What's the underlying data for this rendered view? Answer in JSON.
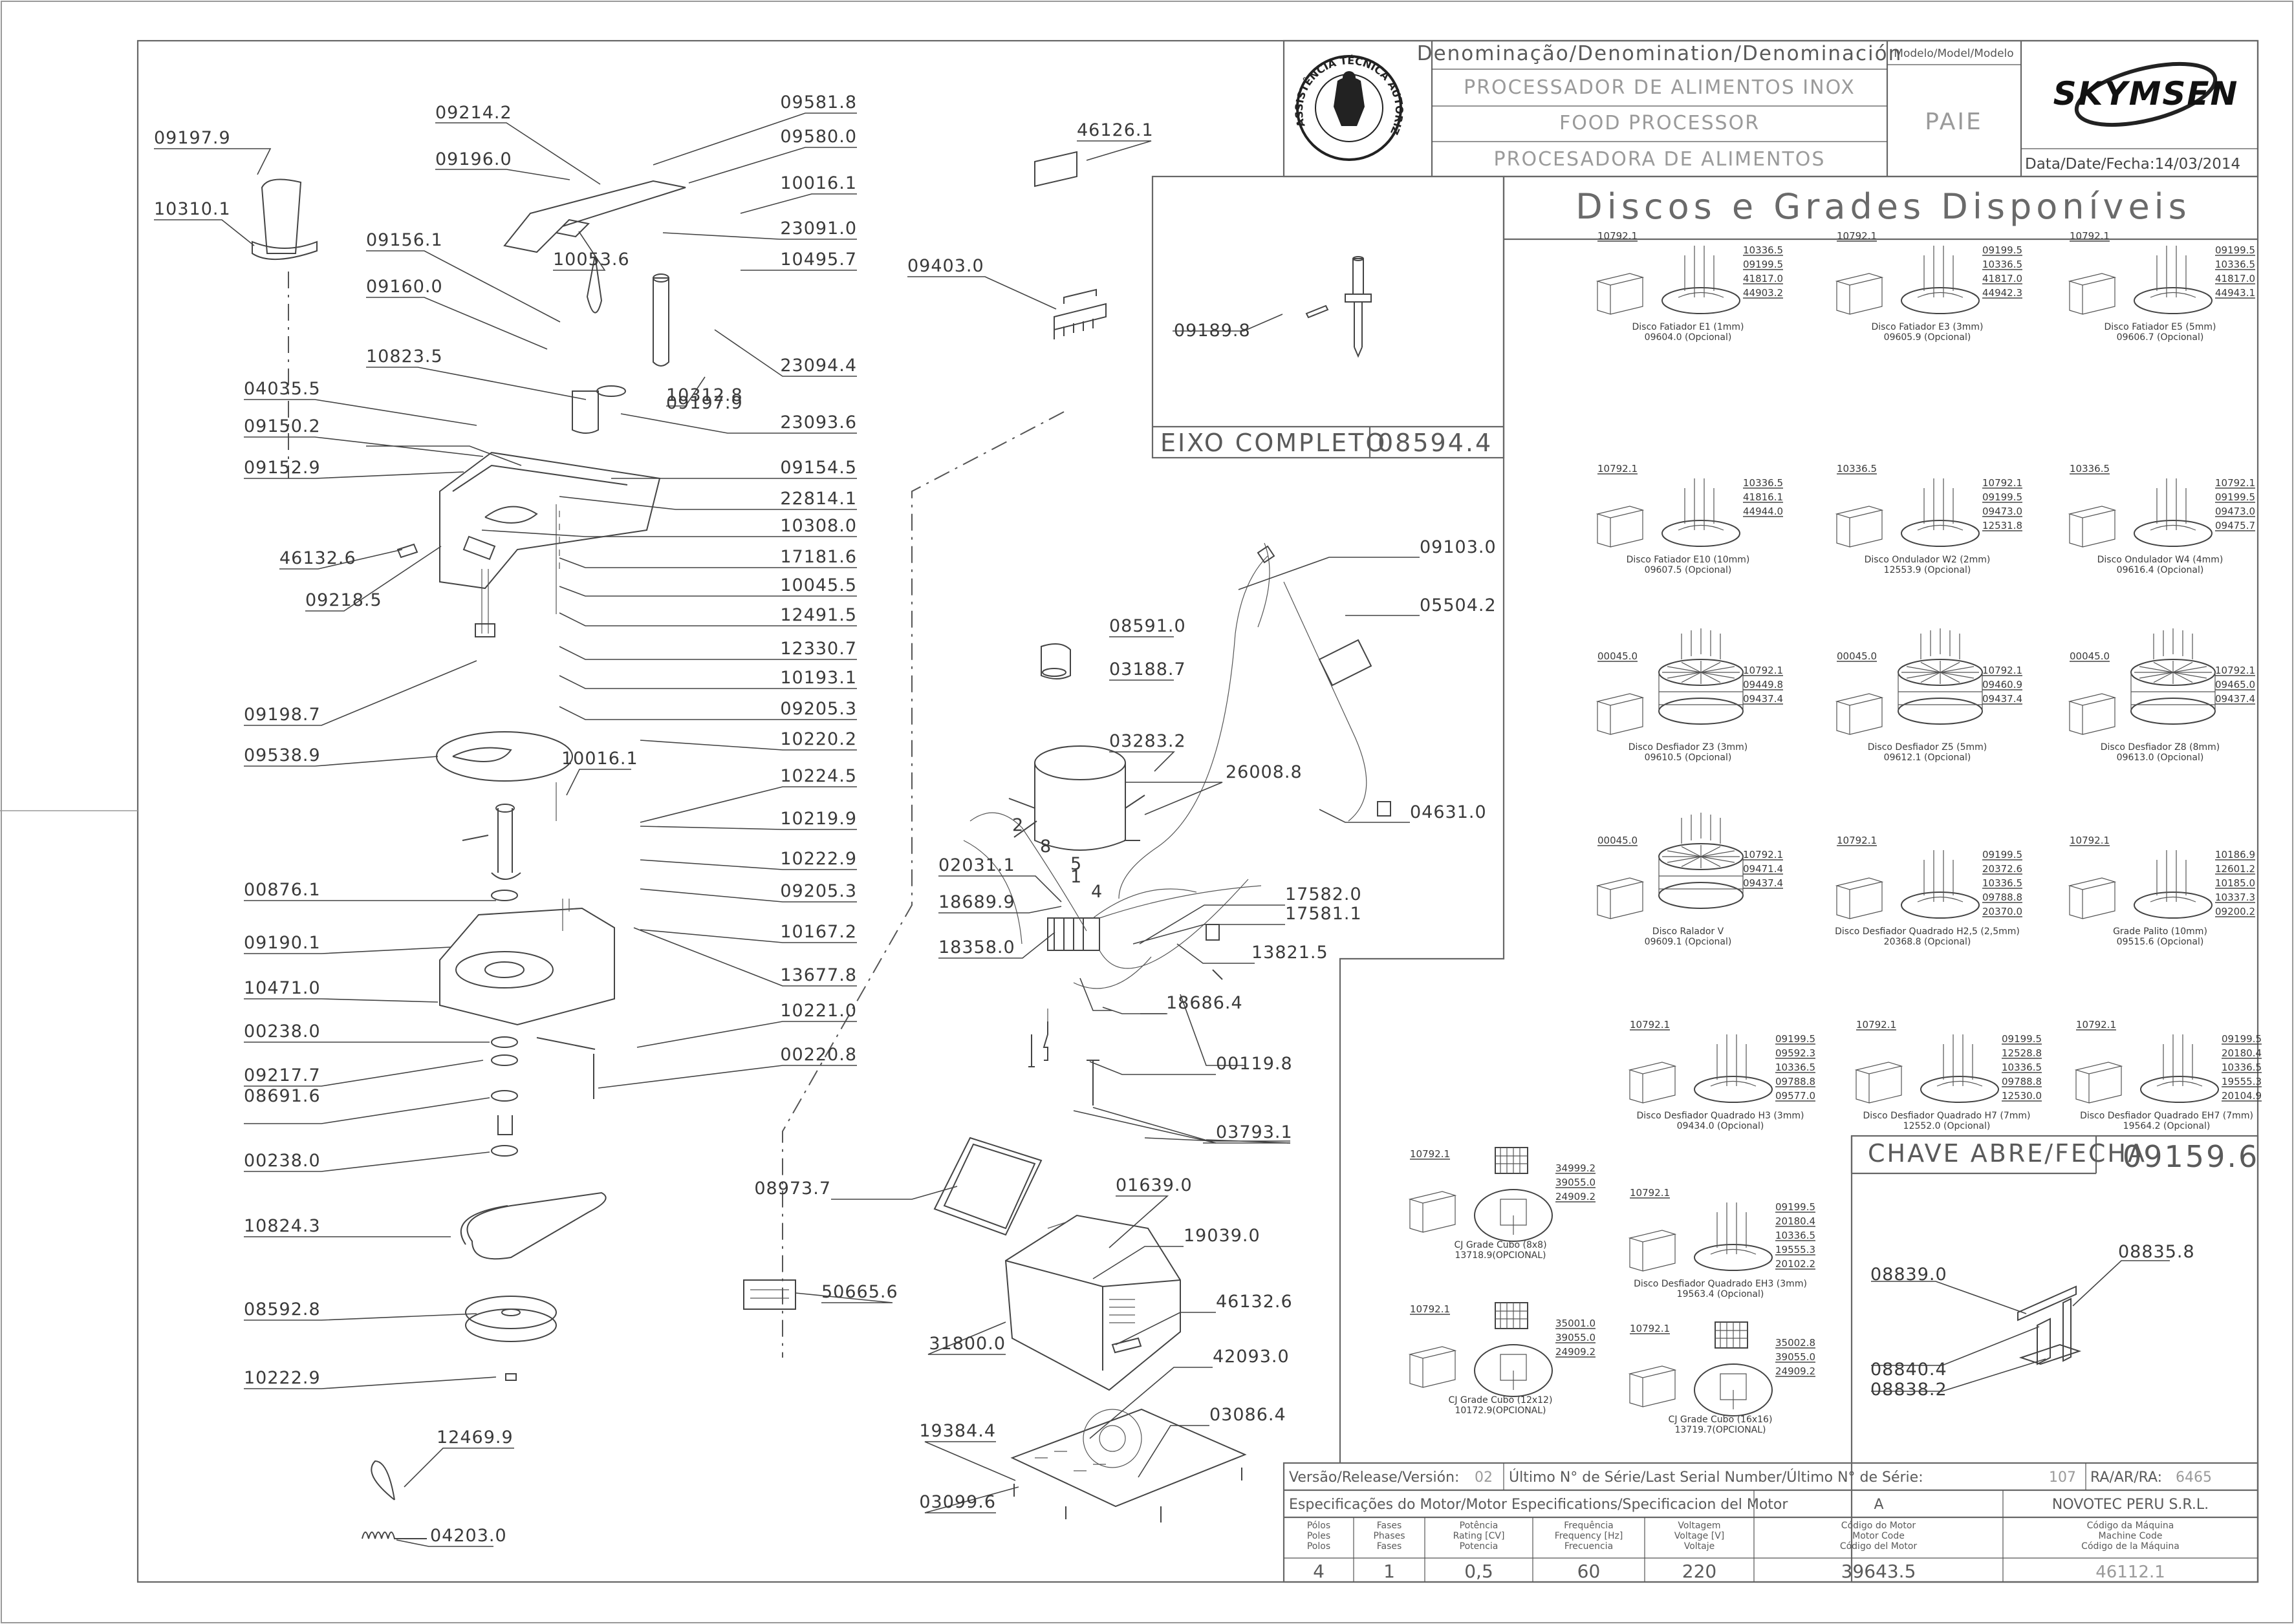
{
  "title_block": {
    "denomination_header": "Denominação/Denomination/Denominación",
    "names": [
      "PROCESSADOR DE ALIMENTOS INOX",
      "FOOD PROCESSOR",
      "PROCESADORA DE ALIMENTOS"
    ],
    "model_header": "Modelo/Model/Modelo",
    "model": "PAIE",
    "brand": "SKYMSEN",
    "date": "Data/Date/Fecha:14/03/2014",
    "seal_text": "ASSISTÊNCIA TÉCNICA AUTORIZADA"
  },
  "discs_title": "Discos e Grades Disponíveis",
  "shaft_box": {
    "label": "EIXO COMPLETO",
    "code": "08594.4",
    "part": "09189.8"
  },
  "key_box": {
    "label": "CHAVE ABRE/FECHA",
    "code": "09159.6",
    "parts": [
      "08839.0",
      "08835.8",
      "08840.4",
      "08838.2"
    ]
  },
  "left_labels": [
    "09197.9",
    "10310.1",
    "09214.2",
    "09196.0",
    "09581.8",
    "09580.0",
    "10016.1",
    "23091.0",
    "10053.6",
    "10495.7",
    "09156.1",
    "09160.0",
    "10312.8",
    "09197.9",
    "23094.4",
    "10823.5",
    "04035.5",
    "09150.2",
    "09152.9",
    "23093.6",
    "09154.5",
    "22814.1",
    "46132.6",
    "10308.0",
    "17181.6",
    "09218.5",
    "10045.5",
    "12491.5",
    "12330.7",
    "10193.1",
    "09198.7",
    "09205.3",
    "09538.9",
    "10016.1",
    "10220.2",
    "10224.5",
    "10219.9",
    "10222.9",
    "00876.1",
    "09205.3",
    "10167.2",
    "09190.1",
    "13677.8",
    "10471.0",
    "10221.0",
    "00238.0",
    "00220.8",
    "09217.7",
    "08691.6",
    "00238.0",
    "10824.3",
    "08592.8",
    "10222.9",
    "12469.9",
    "04203.0"
  ],
  "center_labels": [
    "46126.1",
    "09403.0",
    "09103.0",
    "05504.2",
    "08591.0",
    "03188.7",
    "03283.2",
    "26008.8",
    "04631.0",
    "02031.1",
    "18689.9",
    "17582.0",
    "17581.1",
    "18358.0",
    "13821.5",
    "18686.4",
    "00119.8",
    "03793.1",
    "08973.7",
    "01639.0",
    "19039.0",
    "50665.6",
    "46132.6",
    "31800.0",
    "42093.0",
    "19384.4",
    "03086.4",
    "03099.6"
  ],
  "wire_numbers": [
    "2",
    "8",
    "5",
    "1",
    "4"
  ],
  "discs": [
    {
      "labels": [
        "10792.1",
        "10336.5",
        "09199.5",
        "41817.0",
        "44903.2"
      ],
      "name": "Disco Fatiador E1 (1mm)",
      "code": "09604.0 (Opcional)"
    },
    {
      "labels": [
        "10792.1",
        "09199.5",
        "10336.5",
        "41817.0",
        "44942.3"
      ],
      "name": "Disco Fatiador E3 (3mm)",
      "code": "09605.9 (Opcional)"
    },
    {
      "labels": [
        "10792.1",
        "09199.5",
        "10336.5",
        "41817.0",
        "44943.1"
      ],
      "name": "Disco Fatiador E5 (5mm)",
      "code": "09606.7 (Opcional)"
    },
    {
      "labels": [
        "10792.1",
        "10336.5",
        "41816.1",
        "44944.0"
      ],
      "name": "Disco Fatiador E10 (10mm)",
      "code": "09607.5 (Opcional)"
    },
    {
      "labels": [
        "10336.5",
        "10792.1",
        "09199.5",
        "09473.0",
        "12531.8"
      ],
      "name": "Disco Ondulador W2 (2mm)",
      "code": "12553.9 (Opcional)"
    },
    {
      "labels": [
        "10336.5",
        "10792.1",
        "09199.5",
        "09473.0",
        "09475.7"
      ],
      "name": "Disco Ondulador W4 (4mm)",
      "code": "09616.4 (Opcional)"
    },
    {
      "labels": [
        "00045.0",
        "10792.1",
        "09449.8",
        "09437.4"
      ],
      "name": "Disco Desfiador Z3 (3mm)",
      "code": "09610.5 (Opcional)"
    },
    {
      "labels": [
        "00045.0",
        "10792.1",
        "09460.9",
        "09437.4"
      ],
      "name": "Disco Desfiador Z5 (5mm)",
      "code": "09612.1 (Opcional)"
    },
    {
      "labels": [
        "00045.0",
        "10792.1",
        "09465.0",
        "09437.4"
      ],
      "name": "Disco Desfiador Z8 (8mm)",
      "code": "09613.0 (Opcional)"
    },
    {
      "labels": [
        "00045.0",
        "10792.1",
        "09471.4",
        "09437.4"
      ],
      "name": "Disco Ralador V",
      "code": "09609.1 (Opcional)"
    },
    {
      "labels": [
        "10792.1",
        "09199.5",
        "20372.6",
        "10336.5",
        "09788.8",
        "20370.0"
      ],
      "name": "Disco Desfiador Quadrado H2,5 (2,5mm)",
      "code": "20368.8 (Opcional)"
    },
    {
      "labels": [
        "10792.1",
        "10186.9",
        "12601.2",
        "10185.0",
        "10337.3",
        "09200.2"
      ],
      "name": "Grade Palito (10mm)",
      "code": "09515.6 (Opcional)"
    },
    {
      "labels": [
        "10792.1",
        "09199.5",
        "09592.3",
        "10336.5",
        "09788.8",
        "09577.0"
      ],
      "name": "Disco Desfiador Quadrado H3 (3mm)",
      "code": "09434.0 (Opcional)"
    },
    {
      "labels": [
        "10792.1",
        "09199.5",
        "12528.8",
        "10336.5",
        "09788.8",
        "12530.0"
      ],
      "name": "Disco Desfiador Quadrado H7 (7mm)",
      "code": "12552.0 (Opcional)"
    },
    {
      "labels": [
        "10792.1",
        "09199.5",
        "20180.4",
        "10336.5",
        "19555.3",
        "20104.9"
      ],
      "name": "Disco Desfiador Quadrado EH7 (7mm)",
      "code": "19564.2 (Opcional)"
    },
    {
      "labels": [
        "10792.1",
        "34999.2",
        "39055.0",
        "24909.2"
      ],
      "name": "CJ Grade Cubo (8x8)",
      "code": "13718.9(OPCIONAL)"
    },
    {
      "labels": [
        "10792.1",
        "09199.5",
        "20180.4",
        "10336.5",
        "19555.3",
        "20102.2"
      ],
      "name": "Disco Desfiador Quadrado EH3 (3mm)",
      "code": "19563.4 (Opcional)"
    },
    {
      "labels": [
        "10792.1",
        "35001.0",
        "39055.0",
        "24909.2"
      ],
      "name": "CJ Grade Cubo (12x12)",
      "code": "10172.9(OPCIONAL)"
    },
    {
      "labels": [
        "10792.1",
        "35002.8",
        "39055.0",
        "24909.2"
      ],
      "name": "CJ Grade Cubo (16x16)",
      "code": "13719.7(OPCIONAL)"
    }
  ],
  "bottom_table": {
    "version_label": "Versão/Release/Versión:",
    "version": "02",
    "serial_label": "Último N° de Série/Last Serial Number/Último N° de Série:",
    "serial": "107",
    "ra_label": "RA/AR/RA:",
    "ra": "6465",
    "spec_header": "Especificações do Motor/Motor Especifications/Specificacion del Motor",
    "spec_value": "A",
    "company": "NOVOTEC PERU S.R.L.",
    "columns": [
      {
        "h": [
          "Pólos",
          "Poles",
          "Polos"
        ],
        "v": "4"
      },
      {
        "h": [
          "Fases",
          "Phases",
          "Fases"
        ],
        "v": "1"
      },
      {
        "h": [
          "Potência",
          "Rating [CV]",
          "Potencia"
        ],
        "v": "0,5"
      },
      {
        "h": [
          "Frequência",
          "Frequency [Hz]",
          "Frecuencia"
        ],
        "v": "60"
      },
      {
        "h": [
          "Voltagem",
          "Voltage [V]",
          "Voltaje"
        ],
        "v": "220"
      },
      {
        "h": [
          "Código do Motor",
          "Motor Code",
          "Código del Motor"
        ],
        "v": "39643.5"
      },
      {
        "h": [
          "Código da Máquina",
          "Machine Code",
          "Código de la Máquina"
        ],
        "v": "46112.1"
      }
    ]
  }
}
